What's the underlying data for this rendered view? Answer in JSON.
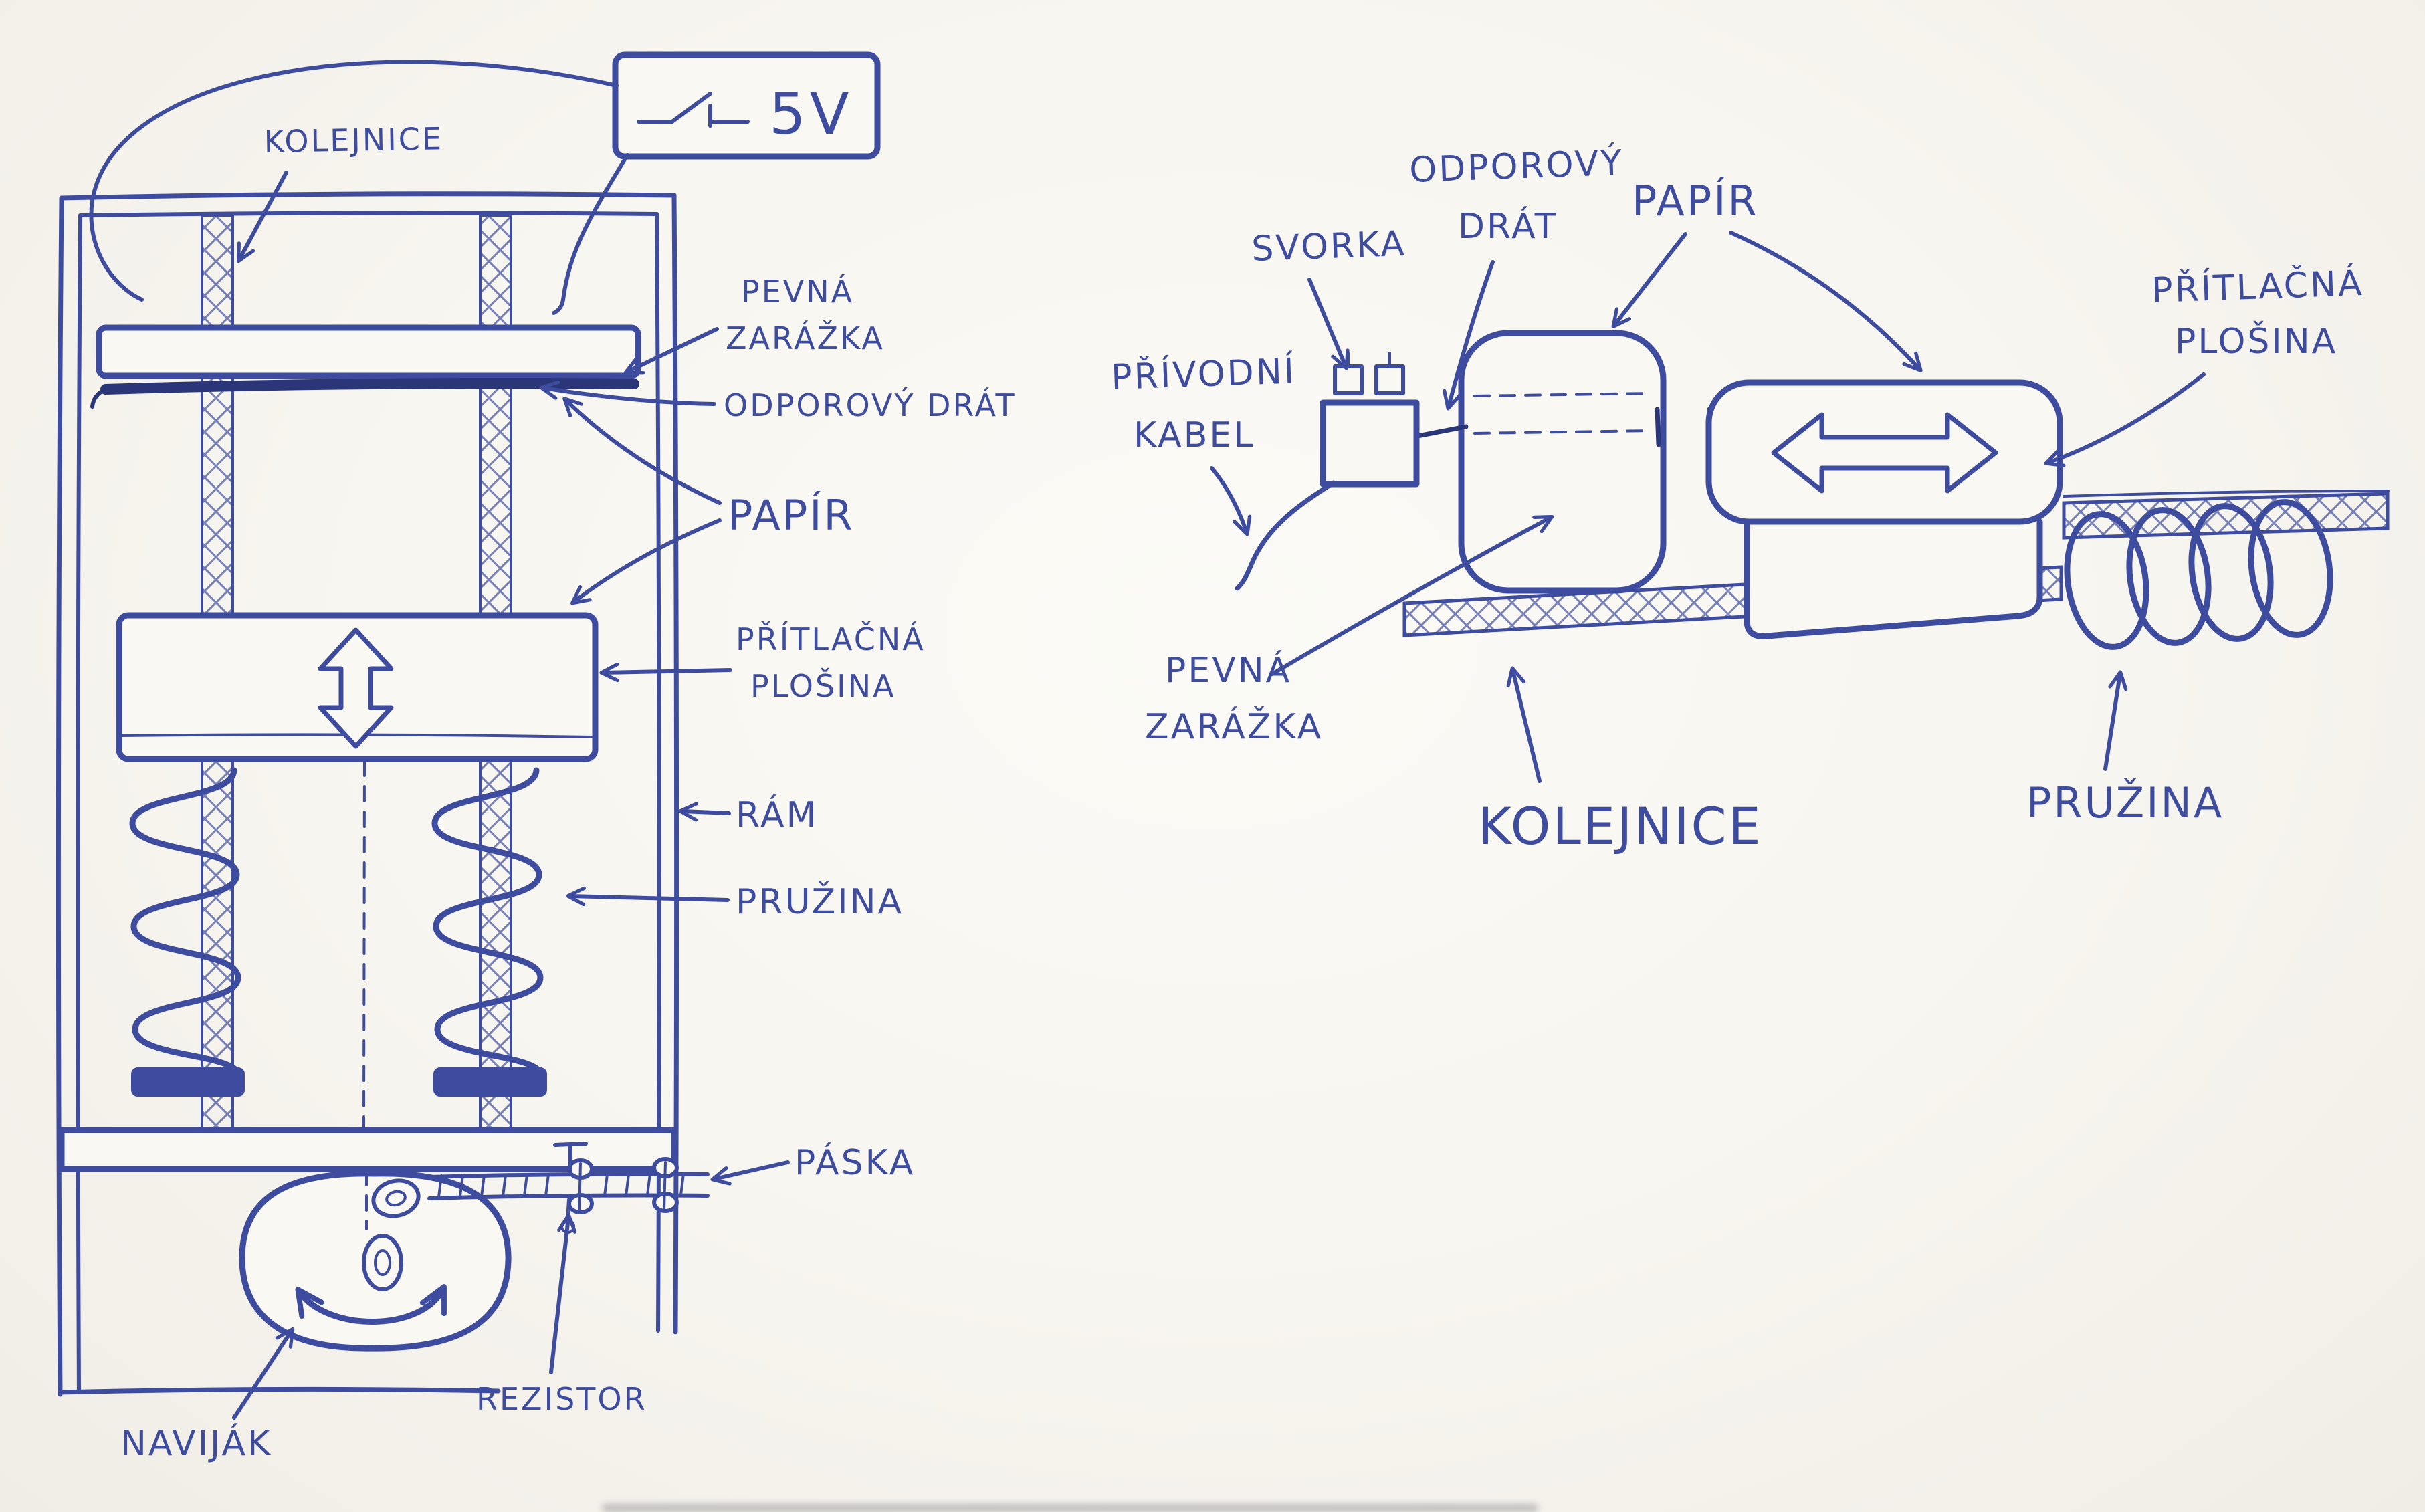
{
  "colors": {
    "ink": "#3e4ca0",
    "ink-dark": "#2b3678",
    "paper": "#f9f8f2"
  },
  "left": {
    "labels": {
      "kolejnice": "KOLEJNICE",
      "supply": "5V",
      "pevna1": "PEVNÁ",
      "pevna2": "ZARÁŽKA",
      "odporovy_drat": "ODPOROVÝ DRÁT",
      "papir": "PAPÍR",
      "pritlacna1": "PŘÍTLAČNÁ",
      "pritlacna2": "PLOŠINA",
      "ram": "RÁM",
      "pruzina": "PRUŽINA",
      "paska": "PÁSKA",
      "rezistor": "REZISTOR",
      "navijak": "NAVIJÁK"
    }
  },
  "right": {
    "labels": {
      "svorka": "SVORKA",
      "odporovy1": "ODPOROVÝ",
      "odporovy2": "DRÁT",
      "papir": "PAPÍR",
      "privodni1": "PŘÍVODNÍ",
      "privodni2": "KABEL",
      "pritlacna1": "PŘÍTLAČNÁ",
      "pritlacna2": "PLOŠINA",
      "pevna1": "PEVNÁ",
      "pevna2": "ZARÁŽKA",
      "kolejnice": "KOLEJNICE",
      "pruzina": "PRUŽINA"
    }
  }
}
